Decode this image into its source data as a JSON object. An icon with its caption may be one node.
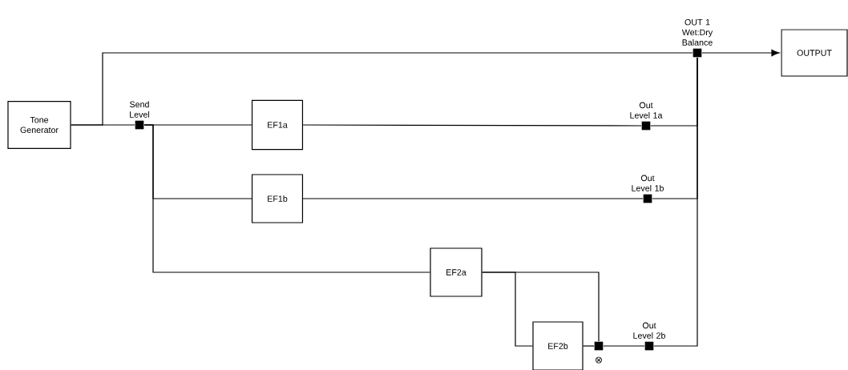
{
  "diagram": {
    "nodes": [
      {
        "text": [
          "Tone Generator"
        ]
      },
      {
        "text": [
          "Send Level"
        ]
      },
      {
        "text": [
          "EF1a"
        ]
      },
      {
        "text": [
          "EF1b"
        ]
      },
      {
        "text": [
          "EF2a"
        ]
      },
      {
        "text": [
          "EF2b"
        ]
      },
      {
        "text": [],
        "shape": "box",
        "beside": [
          "⊗"
        ]
      },
      {
        "text": [
          "Out Level 2b"
        ]
      },
      {
        "text": [
          "Out Level 1b"
        ]
      },
      {
        "text": [
          "Out Level 1a"
        ]
      },
      {
        "text": [
          "OUT 1 Wet:Dry Balance"
        ]
      },
      {
        "text": [
          "OUTPUT"
        ]
      }
    ],
    "edges": [
      {
        "from": 0,
        "to": 1,
        "arrow": "none"
      },
      {
        "from": 0,
        "to": 10,
        "arrow": "none"
      },
      {
        "from": 1,
        "to": 2,
        "arrow": "none"
      },
      {
        "from": 1,
        "to": 3,
        "arrow": "none"
      },
      {
        "from": 1,
        "to": 4,
        "arrow": "none"
      },
      {
        "from": 2,
        "to": 9,
        "arrow": "none"
      },
      {
        "from": 3,
        "to": 8,
        "arrow": "none"
      },
      {
        "from": 4,
        "to": 5,
        "arrow": "none"
      },
      {
        "from": 4,
        "to": 6,
        "arrow": "none"
      },
      {
        "from": 5,
        "to": 6,
        "arrow": "none"
      },
      {
        "from": 6,
        "to": 7,
        "arrow": "none"
      },
      {
        "from": 9,
        "to": 10,
        "arrow": "none"
      },
      {
        "from": 8,
        "to": 10,
        "arrow": "none"
      },
      {
        "from": 7,
        "to": 10,
        "arrow": "none"
      },
      {
        "from": 10,
        "to": 11,
        "arrow": "to"
      }
    ]
  }
}
